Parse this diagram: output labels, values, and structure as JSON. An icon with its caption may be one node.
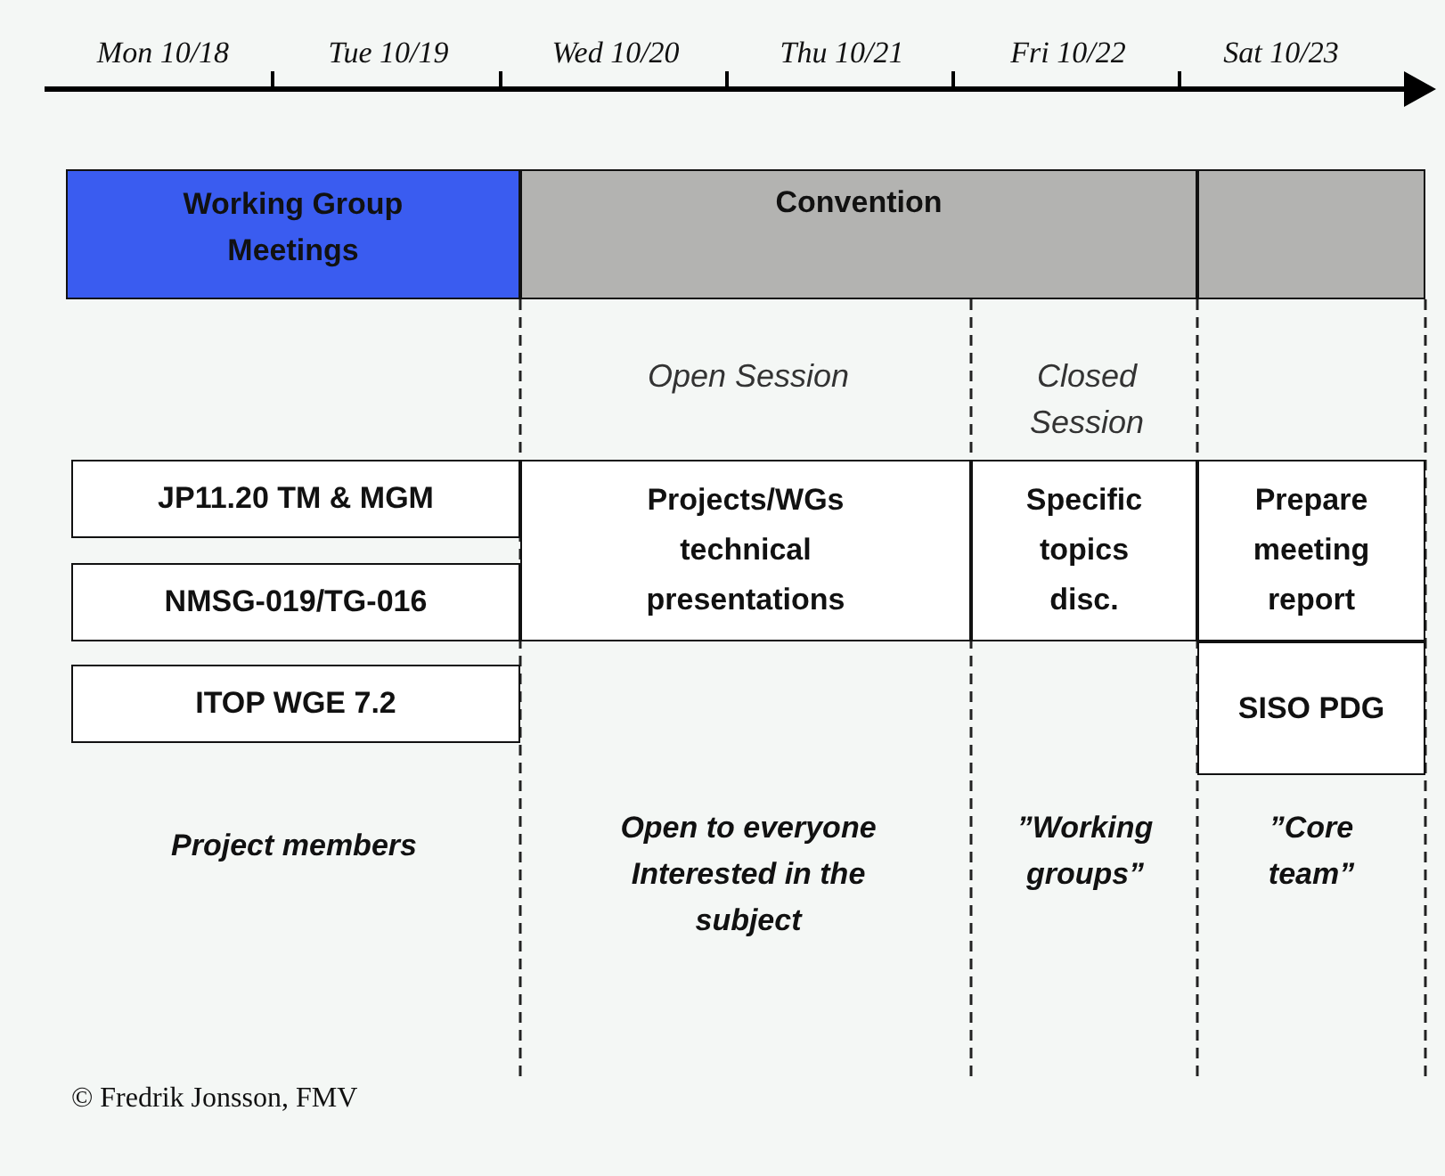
{
  "diagram": {
    "caption": "© Fredrik Jonsson, FMV",
    "nodes": [
      {
        "text": [
          "Working Group Meetings"
        ]
      },
      {
        "text": [
          "Convention"
        ]
      },
      {
        "text": [],
        "shape": "box"
      },
      {
        "text": [
          "JP11.20 TM & MGM"
        ]
      },
      {
        "text": [
          "NMSG-019/TG-016"
        ]
      },
      {
        "text": [
          "ITOP WGE 7.2"
        ]
      },
      {
        "text": [
          "Projects/WGs technical presentations"
        ]
      },
      {
        "text": [
          "Specific topics disc."
        ]
      },
      {
        "text": [
          "Prepare meeting report"
        ]
      },
      {
        "text": [
          "SISO PDG"
        ]
      }
    ],
    "edges": [],
    "labels": [
      "Mon 10/18",
      "Tue 10/19",
      "Wed 10/20",
      "Thu 10/21",
      "Fri 10/22",
      "Sat 10/23",
      "Open Session",
      "Closed Session",
      "Project members",
      "Open to everyone Interested in the subject",
      "”Working groups”",
      "”Core team”"
    ]
  }
}
